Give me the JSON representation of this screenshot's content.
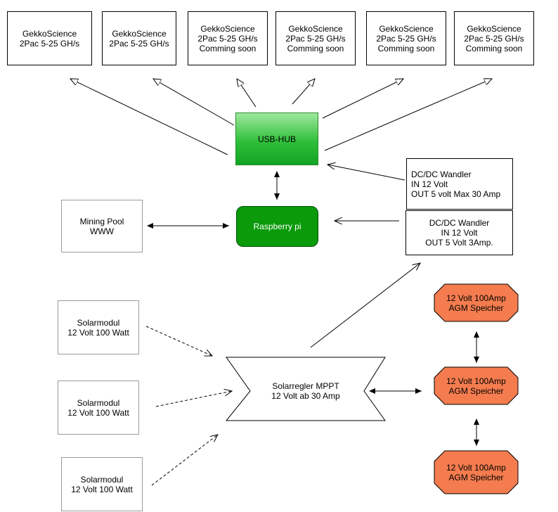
{
  "miners": [
    {
      "lines": [
        "GekkoScience",
        "2Pac 5-25 GH/s"
      ]
    },
    {
      "lines": [
        "GekkoScience",
        "2Pac 5-25 GH/s"
      ]
    },
    {
      "lines": [
        "GekkoScience",
        "2Pac 5-25 GH/s",
        "Comming soon"
      ]
    },
    {
      "lines": [
        "GekkoScience",
        "2Pac 5-25 GH/s",
        "Comming soon"
      ]
    },
    {
      "lines": [
        "GekkoScience",
        "2Pac 5-25 GH/s",
        "Comming soon"
      ]
    },
    {
      "lines": [
        "GekkoScience",
        "2Pac 5-25 GH/s",
        "Comming soon"
      ]
    }
  ],
  "usb_hub": {
    "label": "USB-HUB"
  },
  "raspberry": {
    "label": "Raspberry pi"
  },
  "mining_pool": {
    "lines": [
      "Mining Pool",
      "WWW"
    ]
  },
  "dcdc_1": {
    "lines": [
      "DC/DC Wandler",
      "IN 12 Volt",
      "OUT 5 volt Max 30 Amp"
    ]
  },
  "dcdc_2": {
    "lines": [
      "DC/DC Wandler",
      "IN 12 Volt",
      "OUT 5 Volt 3Amp."
    ]
  },
  "solar_modules": [
    {
      "lines": [
        "Solarmodul",
        "12 Volt 100 Watt"
      ]
    },
    {
      "lines": [
        "Solarmodul",
        "12 Volt 100 Watt"
      ]
    },
    {
      "lines": [
        "Solarmodul",
        "12 Volt 100 Watt"
      ]
    }
  ],
  "charge_controller": {
    "lines": [
      "Solarregler MPPT",
      "12 Volt ab 30 Amp"
    ]
  },
  "batteries": [
    {
      "lines": [
        "12 Volt 100Amp",
        "AGM Speicher"
      ]
    },
    {
      "lines": [
        "12 Volt 100Amp",
        "AGM Speicher"
      ]
    },
    {
      "lines": [
        "12 Volt 100Amp",
        "AGM Speicher"
      ]
    }
  ],
  "colors": {
    "usb_hub": "#2fbf3a",
    "raspberry": "#0a9a0a",
    "battery": "#f47c4e"
  }
}
